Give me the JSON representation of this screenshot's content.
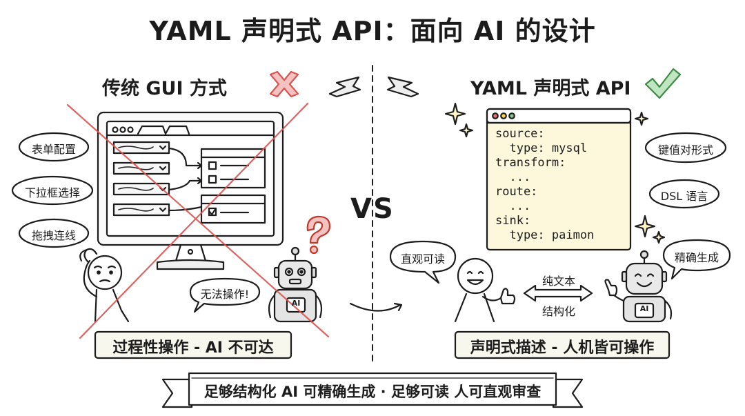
{
  "title": "YAML 声明式 API：面向 AI 的设计",
  "left": {
    "heading": "传统 GUI 方式",
    "tags": [
      "表单配置",
      "下拉框选择",
      "拖拽连线"
    ],
    "robot_speech": "无法操作!",
    "robot_chest": "AI",
    "footer": "过程性操作 - AI 不可达"
  },
  "vs": "VS",
  "right": {
    "heading": "YAML 声明式 API",
    "code": "source:\n  type: mysql\ntransform:\n  ...\nroute:\n  ...\nsink:\n  type: paimon",
    "tags": [
      "键值对形式",
      "DSL 语言"
    ],
    "human_speech": "直观可读",
    "robot_speech": "精确生成",
    "arrow_top": "纯文本",
    "arrow_bottom": "结构化",
    "robot_chest": "AI",
    "footer": "声明式描述 - 人机皆可操作"
  },
  "banner": "足够结构化 AI 可精确生成 · 足够可读 人可直观审查",
  "colors": {
    "cross": "#d9534f",
    "check": "#4caf50",
    "code_bg": "#fdf8dc",
    "box_bg": "#f7f7ee",
    "ink": "#1c1c1c"
  }
}
